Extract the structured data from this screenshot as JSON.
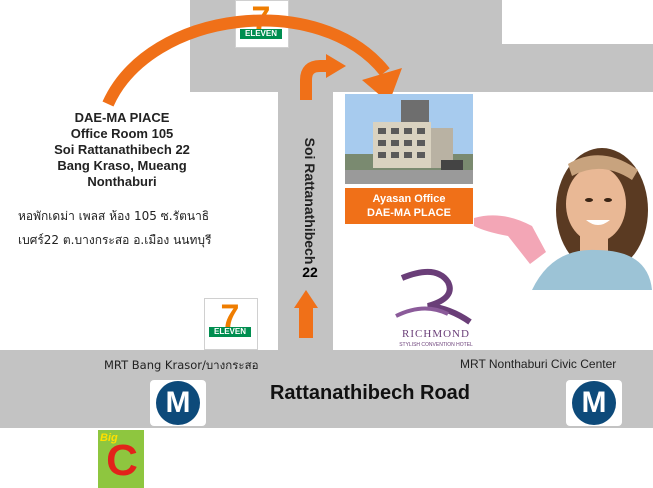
{
  "address_en": [
    "DAE-MA PIACE",
    "Office Room 105",
    "Soi Rattanathibech 22",
    "Bang Kraso, Mueang",
    "Nonthaburi"
  ],
  "address_th": [
    "หอพักเดม่า เพลส ห้อง 105  ซ.รัตนาธิ",
    "เบศร์22 ต.บางกระสอ อ.เมือง นนทบุรี"
  ],
  "soi_label": "Soi Rattanathibech",
  "soi_number": "22",
  "office_label": {
    "line1": "Ayasan Office",
    "line2": "DAE-MA PLACE"
  },
  "road_name": "Rattanathibech Road",
  "mrt_left_label": "MRT  Bang Krasor/บางกระสอ",
  "mrt_right_label": "MRT Nonthaburi  Civic Center",
  "mrt_logo_letter": "M",
  "seven_eleven": {
    "digit": "7",
    "word": "ELEVEN"
  },
  "richmond": {
    "name": "RICHMOND",
    "tagline": "STYLISH CONVENTION HOTEL"
  },
  "bigc": {
    "big": "Big",
    "c": "C"
  },
  "colors": {
    "road": "#c3c3c3",
    "arrow": "#f07018",
    "mrt": "#0d4a7a",
    "richmond": "#6a3e78",
    "seven_green": "#008e50",
    "seven_orange": "#ef7d00",
    "seven_red": "#e2231a",
    "bigc_green": "#8ec63f",
    "bigc_red": "#e2231a"
  },
  "icons": [
    "7-eleven-logo",
    "mrt-logo",
    "richmond-logo",
    "big-c-logo",
    "route-arrow",
    "woman-photo",
    "office-building-photo"
  ]
}
